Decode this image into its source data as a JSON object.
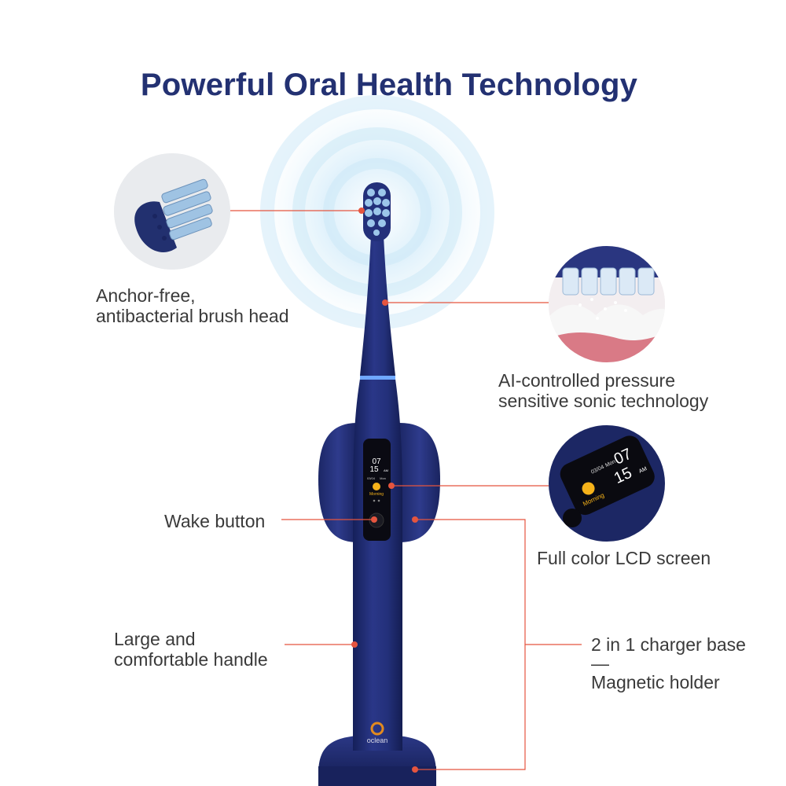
{
  "title": "Powerful Oral Health Technology",
  "features": {
    "brush_head": [
      "Anchor-free,",
      "antibacterial brush head"
    ],
    "sonic": [
      "AI-controlled pressure",
      "sensitive sonic technology"
    ],
    "wake_button": "Wake button",
    "lcd": "Full color LCD screen",
    "handle": [
      "Large and",
      "comfortable handle"
    ],
    "charger": [
      "2 in 1 charger base",
      "—",
      "Magnetic holder"
    ]
  },
  "lcd_screen": {
    "hour": "07",
    "minute": "15",
    "ampm": "AM",
    "date": "03/04",
    "day": "Mon",
    "greeting": "Morning"
  },
  "brand": "oclean",
  "colors": {
    "title": "#233172",
    "body": "#1f2a6b",
    "leader": "#e5553f",
    "glow": "#cfe9f7"
  }
}
